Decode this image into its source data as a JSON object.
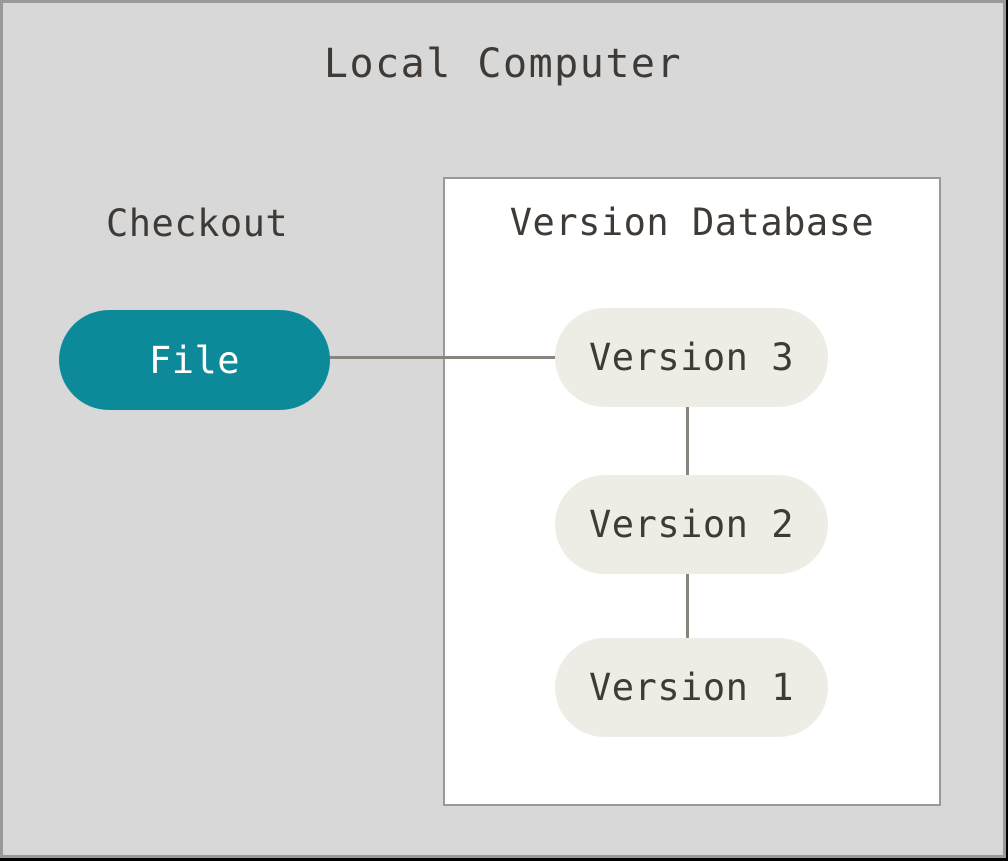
{
  "diagram": {
    "title": "Local Computer",
    "checkout_label": "Checkout",
    "file_node": {
      "label": "File"
    },
    "version_database": {
      "title": "Version Database",
      "versions": [
        {
          "label": "Version 3"
        },
        {
          "label": "Version 2"
        },
        {
          "label": "Version 1"
        }
      ]
    },
    "connections": [
      {
        "from": "File",
        "to": "Version 3",
        "orientation": "horizontal"
      },
      {
        "from": "Version 3",
        "to": "Version 2",
        "orientation": "vertical"
      },
      {
        "from": "Version 2",
        "to": "Version 1",
        "orientation": "vertical"
      }
    ],
    "colors": {
      "background": "#d8d8d8",
      "card_border": "#999999",
      "box_fill": "#ffffff",
      "box_border": "#999999",
      "file_fill": "#0d8a99",
      "file_text": "#ffffff",
      "version_fill": "#eeede5",
      "text": "#3f3a35",
      "connector": "#8b847d"
    }
  }
}
